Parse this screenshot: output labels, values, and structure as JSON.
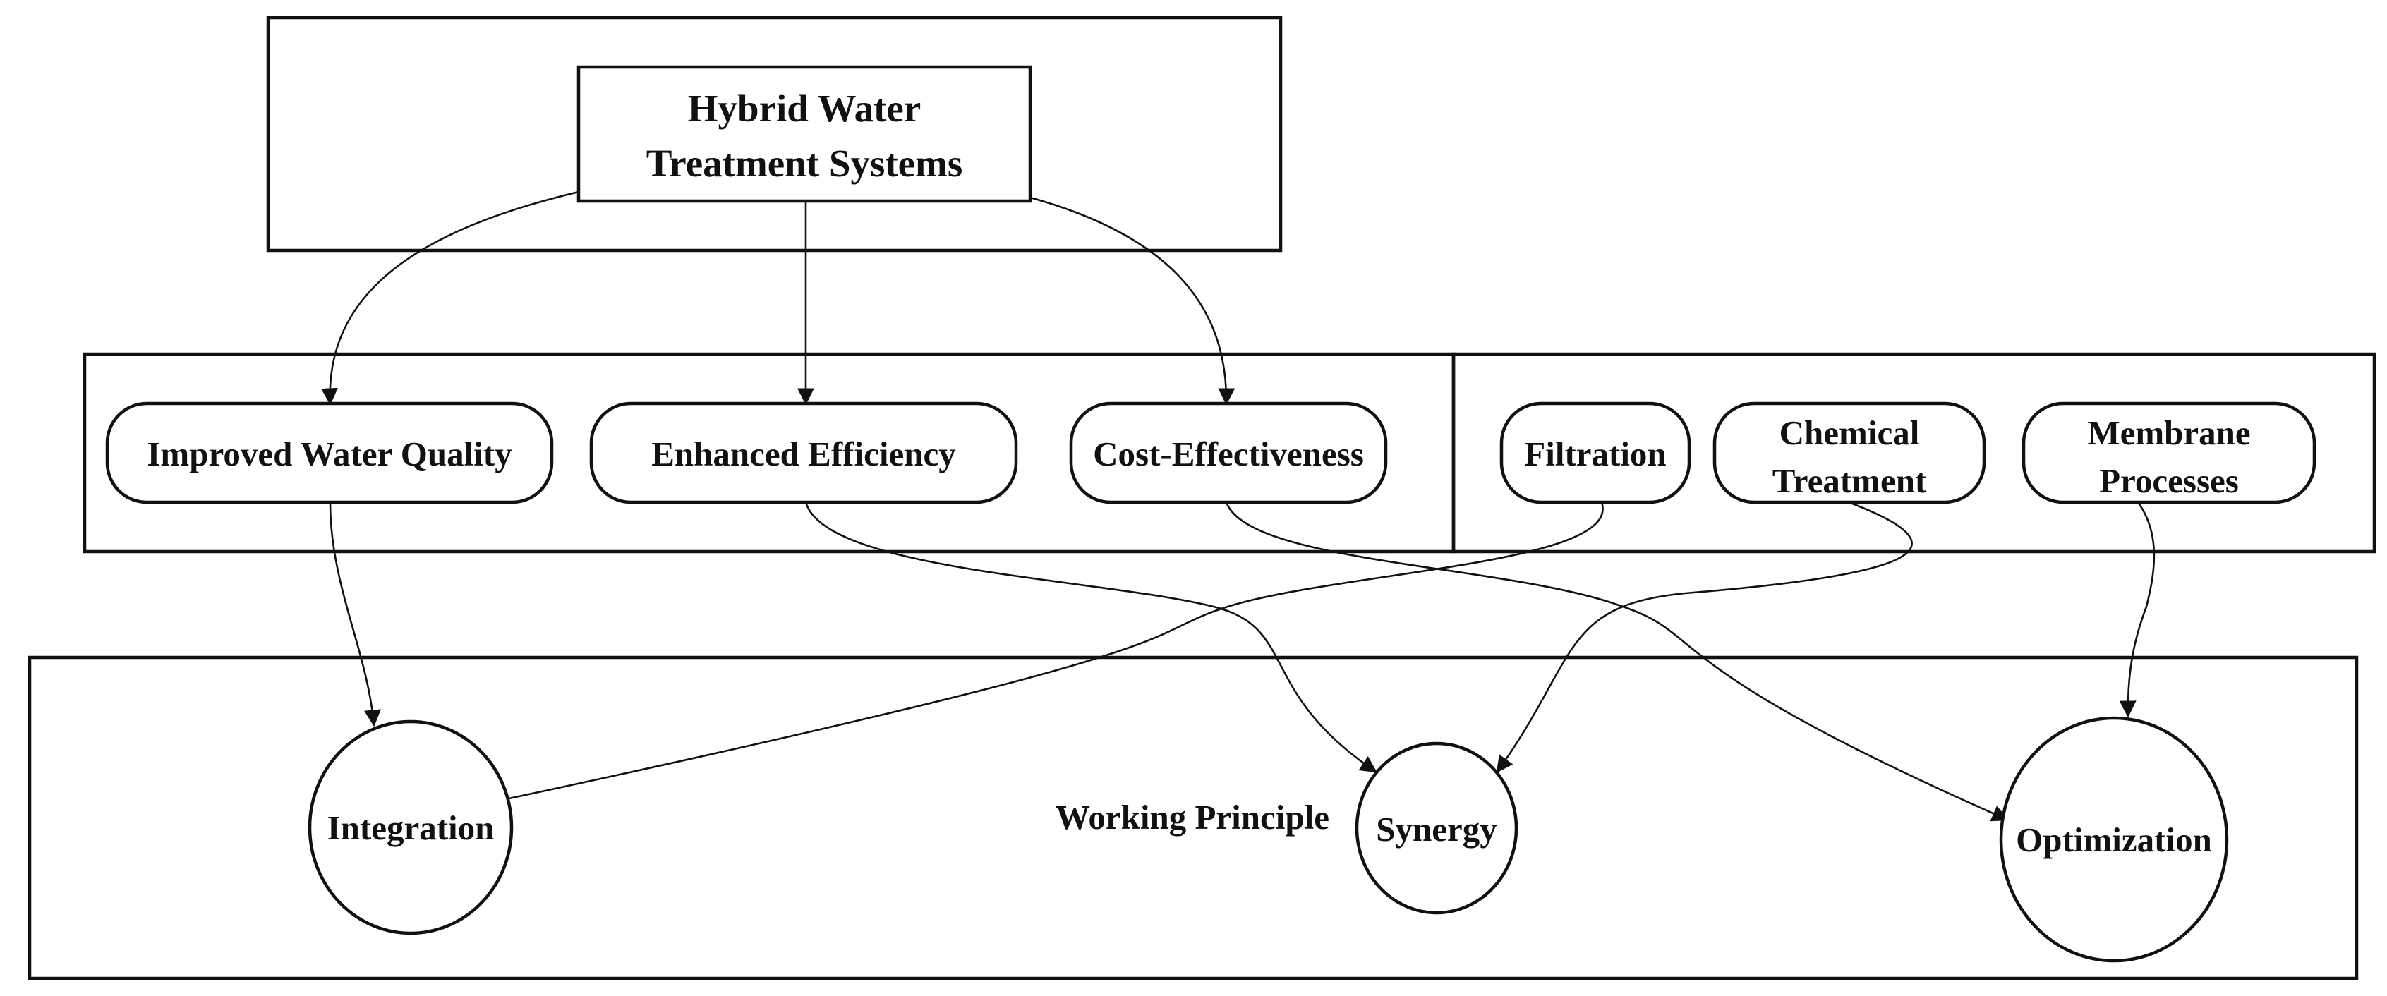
{
  "diagram": {
    "root": {
      "line1": "Hybrid Water",
      "line2": "Treatment Systems"
    },
    "benefits": {
      "quality": "Improved Water Quality",
      "efficiency": "Enhanced Efficiency",
      "cost": "Cost-Effectiveness"
    },
    "processes": {
      "filtration": "Filtration",
      "chemical_line1": "Chemical",
      "chemical_line2": "Treatment",
      "membrane_line1": "Membrane",
      "membrane_line2": "Processes"
    },
    "principle": {
      "label": "Working Principle",
      "integration": "Integration",
      "synergy": "Synergy",
      "optimization": "Optimization"
    },
    "edges": [
      {
        "from": "Hybrid Water Treatment Systems",
        "to": "Improved Water Quality"
      },
      {
        "from": "Hybrid Water Treatment Systems",
        "to": "Enhanced Efficiency"
      },
      {
        "from": "Hybrid Water Treatment Systems",
        "to": "Cost-Effectiveness"
      },
      {
        "from": "Improved Water Quality",
        "to": "Integration"
      },
      {
        "from": "Enhanced Efficiency",
        "to": "Synergy"
      },
      {
        "from": "Cost-Effectiveness",
        "to": "Optimization"
      },
      {
        "from": "Filtration",
        "to": "Integration"
      },
      {
        "from": "Chemical Treatment",
        "to": "Synergy"
      },
      {
        "from": "Membrane Processes",
        "to": "Optimization"
      }
    ]
  }
}
